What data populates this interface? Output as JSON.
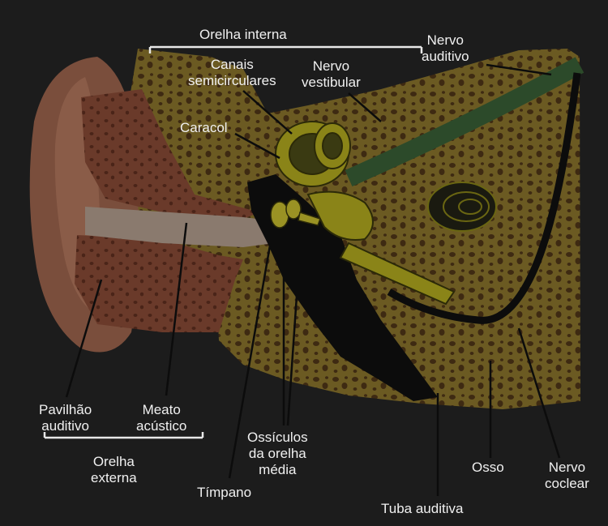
{
  "labels": {
    "inner_ear": "Orelha interna",
    "auditory_nerve": [
      "Nervo",
      "auditivo"
    ],
    "semicircular_canals": [
      "Canais",
      "semicirculares"
    ],
    "vestibular_nerve": [
      "Nervo",
      "vestibular"
    ],
    "cochlea": "Caracol",
    "pinna": [
      "Pavilhão",
      "auditivo"
    ],
    "ear_canal": [
      "Meato",
      "acústico"
    ],
    "outer_ear": [
      "Orelha",
      "externa"
    ],
    "ossicles": [
      "Ossículos",
      "da orelha",
      "média"
    ],
    "eardrum": "Tímpano",
    "eustachian_tube": "Tuba auditiva",
    "bone": "Osso",
    "cochlear_nerve": [
      "Nervo",
      "coclear"
    ]
  },
  "colors": {
    "background": "#1c1c1c",
    "bone": "#6b5a22",
    "bone_spots": "#3e2a12",
    "skin": "#7a4e3c",
    "flesh": "#6a3a2a",
    "canal": "#8a7a6e",
    "inner_structures": "#8a8418",
    "dark_cavity": "#0c0c0c",
    "nerve": "#2c4a2a",
    "text": "#f0f0f0"
  }
}
